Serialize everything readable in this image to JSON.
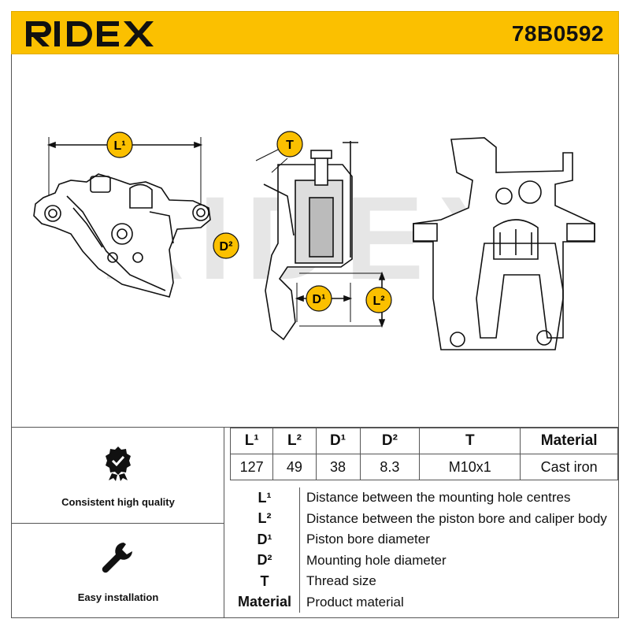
{
  "header": {
    "brand": "RIDEX",
    "part_number": "78B0592",
    "brand_color": "#FBC000"
  },
  "drawing": {
    "callouts": {
      "l1": "L¹",
      "d2": "D²",
      "t": "T",
      "d1": "D¹",
      "l2": "L²"
    },
    "watermark": "RIDEX"
  },
  "features": [
    {
      "icon": "quality-badge-check-icon",
      "label": "Consistent high quality"
    },
    {
      "icon": "wrench-icon",
      "label": "Easy installation"
    }
  ],
  "specs": {
    "headers": [
      "L¹",
      "L²",
      "D¹",
      "D²",
      "T",
      "Material"
    ],
    "values": [
      "127",
      "49",
      "38",
      "8.3",
      "M10x1",
      "Cast iron"
    ]
  },
  "legend": [
    {
      "key": "L¹",
      "desc": "Distance between the mounting hole centres"
    },
    {
      "key": "L²",
      "desc": "Distance between the piston bore and caliper body"
    },
    {
      "key": "D¹",
      "desc": "Piston bore diameter"
    },
    {
      "key": "D²",
      "desc": "Mounting hole diameter"
    },
    {
      "key": "T",
      "desc": "Thread size"
    },
    {
      "key": "Material",
      "desc": "Product material"
    }
  ]
}
